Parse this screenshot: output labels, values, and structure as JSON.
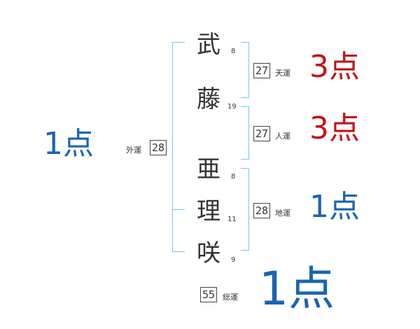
{
  "name": {
    "chars": [
      {
        "char": "武",
        "strokes": "8"
      },
      {
        "char": "藤",
        "strokes": "19"
      },
      {
        "char": "亜",
        "strokes": "8"
      },
      {
        "char": "理",
        "strokes": "11"
      },
      {
        "char": "咲",
        "strokes": "9"
      }
    ]
  },
  "fortunes": {
    "ten": {
      "value": "27",
      "label": "天運",
      "score": "3点",
      "color": "#c0161d"
    },
    "jin": {
      "value": "27",
      "label": "人運",
      "score": "3点",
      "color": "#c0161d"
    },
    "chi": {
      "value": "28",
      "label": "地運",
      "score": "1点",
      "color": "#1a64b4"
    },
    "gai": {
      "value": "28",
      "label": "外運",
      "score": "1点",
      "color": "#1a64b4"
    },
    "sou": {
      "value": "55",
      "label": "総運",
      "score": "1点",
      "color": "#1a64b4"
    }
  },
  "colors": {
    "bracket": "#7cc4e8",
    "good": "#c0161d",
    "bad": "#1a64b4",
    "text": "#333333"
  }
}
